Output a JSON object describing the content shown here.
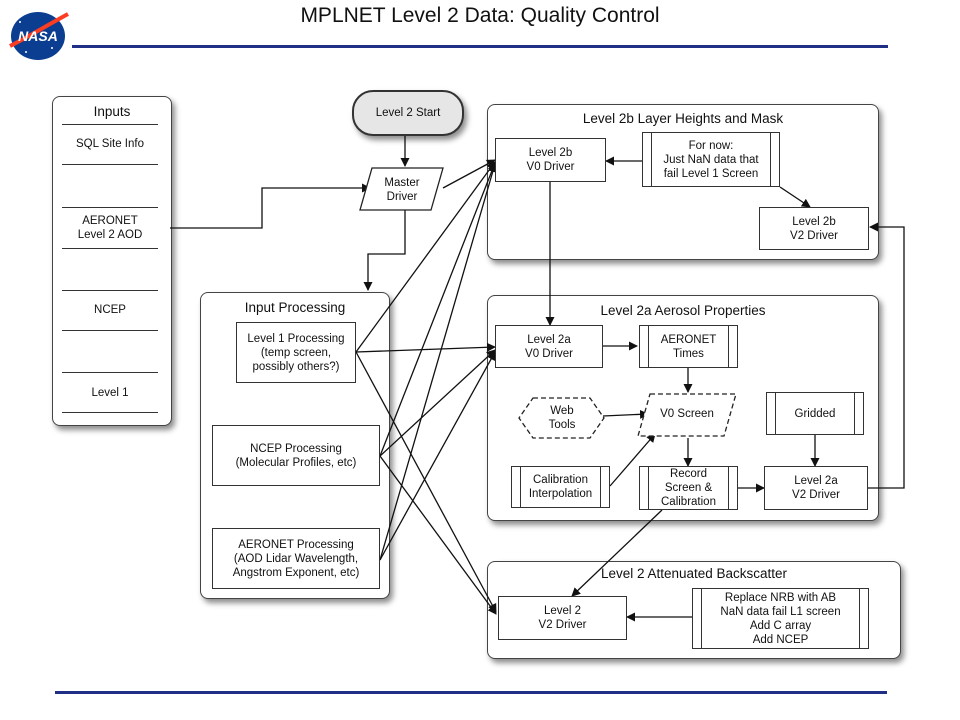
{
  "header": {
    "title": "MPLNET Level 2 Data:  Quality Control",
    "logo_text": "NASA"
  },
  "colors": {
    "rule": "#1f2f86",
    "logo_blue": "#0b3d91",
    "logo_red": "#fc3d21"
  },
  "start": {
    "label": "Level 2 Start"
  },
  "master": {
    "line1": "Master",
    "line2": "Driver"
  },
  "inputs": {
    "title": "Inputs",
    "items": [
      "SQL Site Info",
      "AERONET\nLevel 2 AOD",
      "NCEP",
      "Level 1"
    ]
  },
  "input_processing": {
    "title": "Input Processing",
    "level1": "Level 1 Processing\n(temp screen,\npossibly others?)",
    "ncep": "NCEP Processing\n(Molecular Profiles, etc)",
    "aeronet": "AERONET Processing\n(AOD Lidar Wavelength,\nAngstrom Exponent, etc)"
  },
  "level2b": {
    "title": "Level 2b Layer Heights and Mask",
    "v0": "Level 2b\nV0 Driver",
    "fornow": "For now:\nJust NaN data that\nfail Level 1 Screen",
    "v2": "Level 2b\nV2 Driver"
  },
  "level2a": {
    "title": "Level 2a Aerosol Properties",
    "v0": "Level 2a\nV0 Driver",
    "aeronet_times": "AERONET\nTimes",
    "web_tools": "Web\nTools",
    "v0_screen": "V0 Screen",
    "gridded": "Gridded",
    "calib": "Calibration\nInterpolation",
    "record": "Record\nScreen &\nCalibration",
    "v2": "Level 2a\nV2 Driver"
  },
  "level2": {
    "title": "Level 2 Attenuated Backscatter",
    "v2": "Level 2\nV2 Driver",
    "replace": "Replace NRB with AB\nNaN data fail L1 screen\nAdd C array\nAdd NCEP"
  }
}
